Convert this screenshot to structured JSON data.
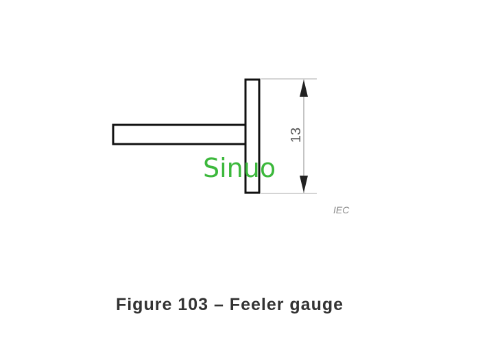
{
  "figure": {
    "dimension_label": "13",
    "source_mark": "IEC",
    "caption": "Figure 103 – Feeler gauge",
    "watermark": "Sinuo",
    "watermark_color": "#3cb83c"
  }
}
